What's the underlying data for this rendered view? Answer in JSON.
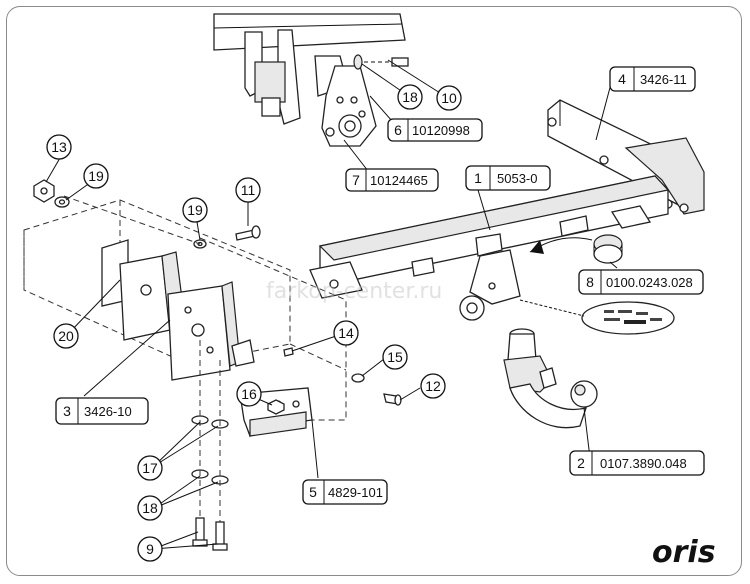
{
  "watermark": "farkop-center.ru",
  "brand": "oris",
  "callouts": [
    {
      "num": "1",
      "code": "5053-0"
    },
    {
      "num": "2",
      "code": "0107.3890.048"
    },
    {
      "num": "3",
      "code": "3426-10"
    },
    {
      "num": "4",
      "code": "3426-11"
    },
    {
      "num": "5",
      "code": "4829-101"
    },
    {
      "num": "6",
      "code": "10120998"
    },
    {
      "num": "7",
      "code": "10124465"
    },
    {
      "num": "8",
      "code": "0100.0243.028"
    }
  ],
  "bubbles": [
    "9",
    "10",
    "11",
    "12",
    "13",
    "14",
    "15",
    "16",
    "17",
    "18",
    "18",
    "19",
    "19",
    "20"
  ]
}
